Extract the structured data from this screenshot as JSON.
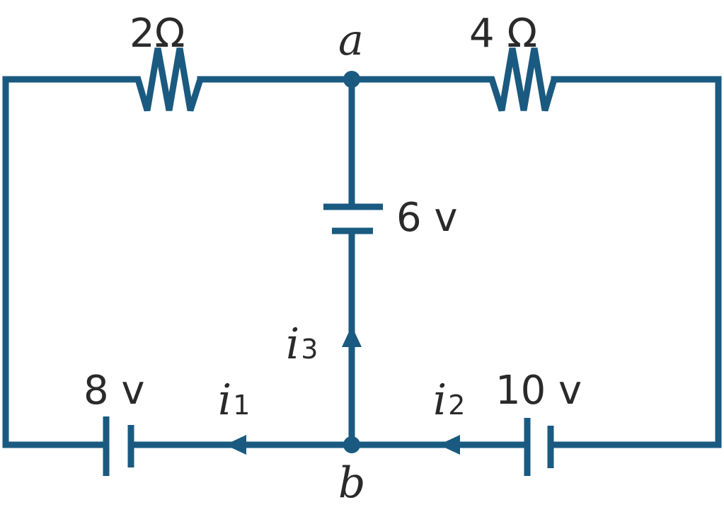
{
  "components": {
    "resistor_left": {
      "label": "2Ω"
    },
    "resistor_right": {
      "label": "4 Ω"
    },
    "battery_middle": {
      "label": "6 v"
    },
    "battery_left": {
      "label": "8 v"
    },
    "battery_right": {
      "label": "10 v"
    }
  },
  "nodes": {
    "top": {
      "label": "a"
    },
    "bottom": {
      "label": "b"
    }
  },
  "currents": {
    "i1": {
      "symbol": "i",
      "subscript": "1"
    },
    "i2": {
      "symbol": "i",
      "subscript": "2"
    },
    "i3": {
      "symbol": "i",
      "subscript": "3"
    }
  },
  "colors": {
    "wire": "#1a5a80",
    "text": "#2a2a2a"
  }
}
